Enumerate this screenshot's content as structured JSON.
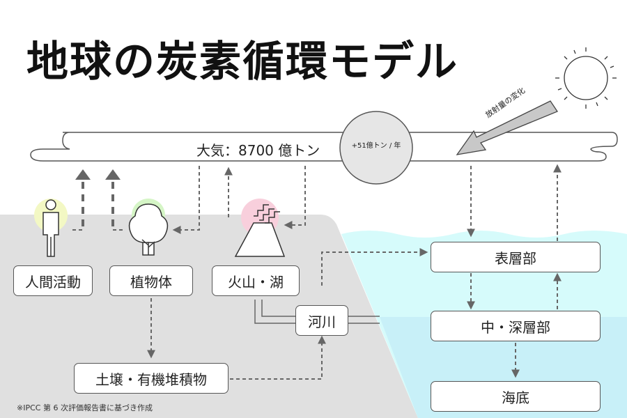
{
  "title": "地球の炭素循環モデル",
  "atmosphere": {
    "label": "大気：8700 億トン",
    "flux": "+51億トン / 年"
  },
  "radiation_label": "放射量の変化",
  "nodes": {
    "human": "人間活動",
    "plants": "植物体",
    "volcano": "火山・湖",
    "river": "河川",
    "soil": "土壌・有機堆積物",
    "surface": "表層部",
    "deep": "中・深層部",
    "seabed": "海底"
  },
  "source": "※IPCC 第 6 次評価報告書に基づき作成",
  "colors": {
    "land": "#e0e0e0",
    "ocean_surface": "#d6fbfb",
    "ocean_deep": "#c8f0f8",
    "arrow": "#666666",
    "human_glow": "#f3f8c4",
    "plant_glow": "#d5f5c6",
    "volcano_glow": "#f8cfdc"
  },
  "icons": [
    "sun-icon",
    "person-icon",
    "tree-icon",
    "volcano-icon"
  ]
}
